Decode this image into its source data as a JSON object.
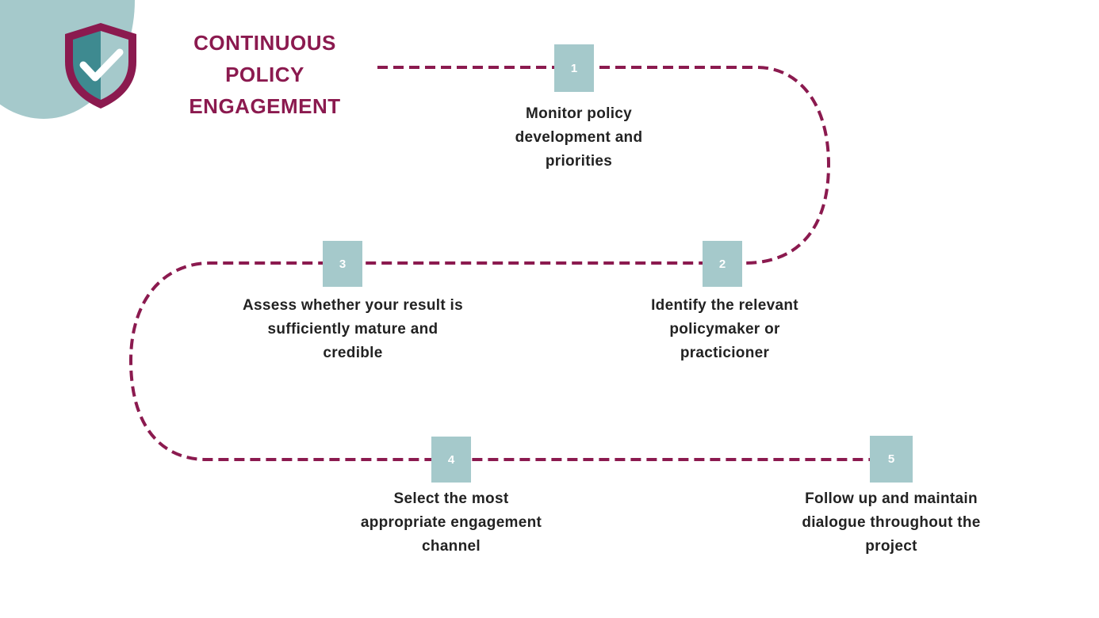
{
  "title": {
    "line1": "CONTINUOUS",
    "line2": "POLICY",
    "line3": "ENGAGEMENT"
  },
  "logo": {
    "icon": "shield-check-icon"
  },
  "colors": {
    "accent": "#8b1a4f",
    "teal": "#a5c9cb",
    "dark_teal": "#3e8a90",
    "text": "#222222"
  },
  "steps": [
    {
      "number": "1",
      "lines": [
        "Monitor policy",
        "development and",
        "priorities"
      ]
    },
    {
      "number": "2",
      "lines": [
        "Identify the relevant",
        "policymaker or",
        "practicioner"
      ]
    },
    {
      "number": "3",
      "lines": [
        "Assess whether your result is",
        "sufficiently mature and",
        "credible"
      ]
    },
    {
      "number": "4",
      "lines": [
        "Select the most",
        "appropriate engagement",
        "channel"
      ]
    },
    {
      "number": "5",
      "lines": [
        "Follow up and maintain",
        "dialogue throughout the",
        "project"
      ]
    }
  ]
}
